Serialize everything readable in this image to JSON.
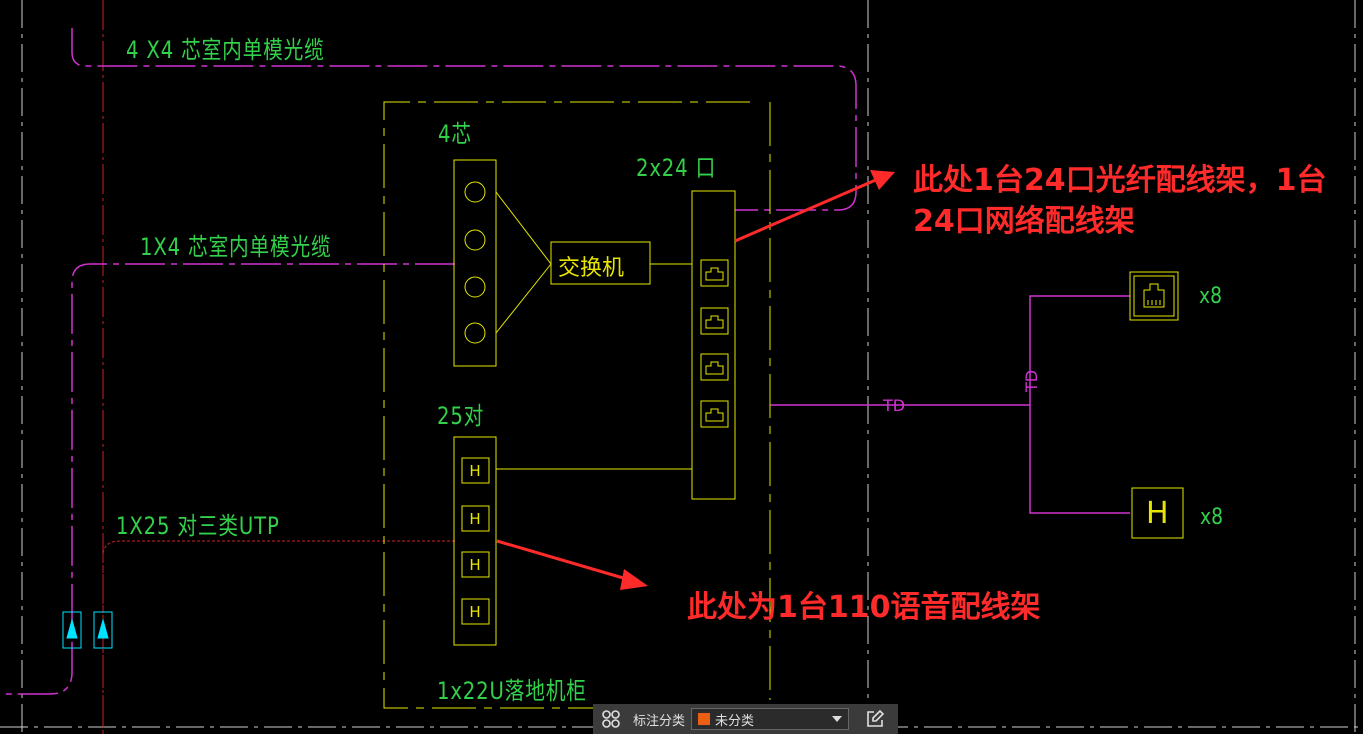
{
  "labels": {
    "cable_4x4": "4 X4 芯室内单模光缆",
    "cable_1x4": "1X4 芯室内单模光缆",
    "cable_1x25": "1X25 对三类UTP",
    "core_4": "4芯",
    "ports_2x24": "2x24 口",
    "pairs_25": "25对",
    "switch": "交换机",
    "cabinet": "1x22U落地机柜",
    "td_horizontal": "TD",
    "td_vertical": "TD",
    "count_rj45": "x8",
    "count_phone": "x8",
    "phone_symbol": "H"
  },
  "annotations": {
    "fiber_patch_note_line1": "此处1台24口光纤配线架，1台",
    "fiber_patch_note_line2": "24口网络配线架",
    "voice_patch_note": "此处为1台110语音配线架"
  },
  "toolbar": {
    "category_label": "标注分类",
    "category_value": "未分类"
  },
  "colors": {
    "background": "#000000",
    "yellow": "#e6e600",
    "magenta": "#d032d0",
    "green": "#33d04b",
    "red_annotation": "#ff2a2a",
    "cyan": "#00e5ff",
    "grid_white": "#cfcfcf",
    "toolbar_bg": "#3b3b3b",
    "category_swatch": "#ea5f14"
  }
}
